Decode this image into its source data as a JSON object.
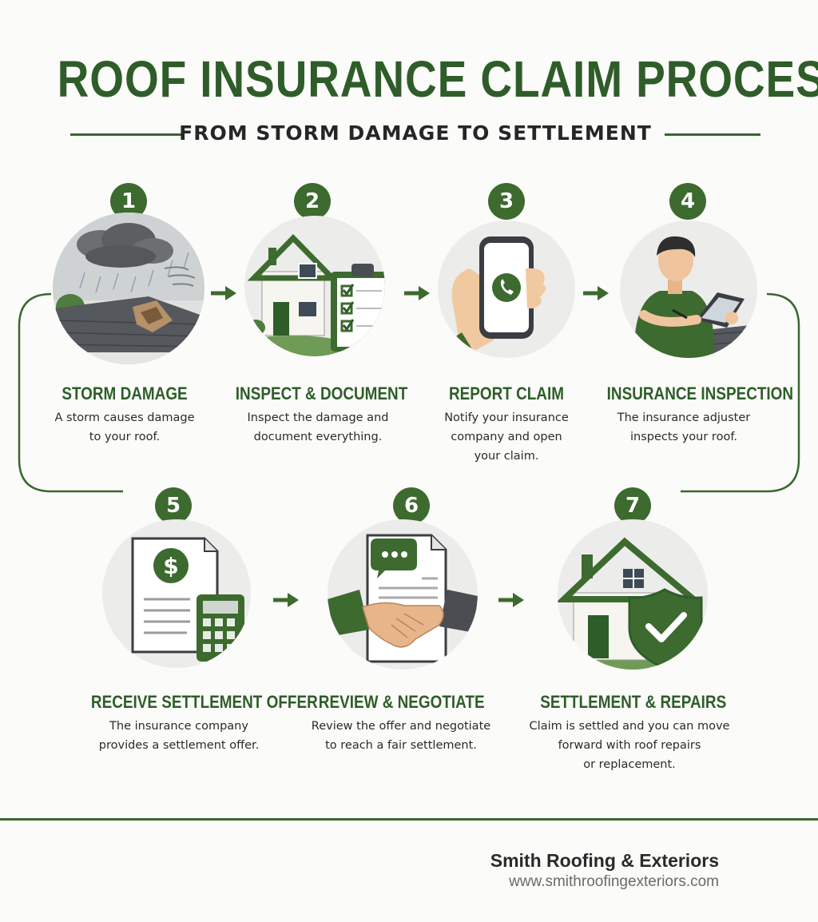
{
  "header": {
    "title": "ROOF INSURANCE CLAIM PROCESS",
    "subtitle": "FROM STORM DAMAGE TO SETTLEMENT"
  },
  "steps": [
    {
      "number": "1",
      "title": "STORM DAMAGE",
      "desc": [
        "A storm causes damage",
        "to your roof."
      ],
      "icon": "storm-roof-icon"
    },
    {
      "number": "2",
      "title": "INSPECT & DOCUMENT",
      "desc": [
        "Inspect the damage and",
        "document everything."
      ],
      "icon": "house-checklist-icon"
    },
    {
      "number": "3",
      "title": "REPORT CLAIM",
      "desc": [
        "Notify your insurance",
        "company and open",
        "your claim."
      ],
      "icon": "phone-call-icon"
    },
    {
      "number": "4",
      "title": "INSURANCE INSPECTION",
      "desc": [
        "The insurance adjuster",
        "inspects your roof."
      ],
      "icon": "adjuster-tablet-icon"
    },
    {
      "number": "5",
      "title": "RECEIVE SETTLEMENT OFFER",
      "desc": [
        "The insurance company",
        "provides a settlement offer."
      ],
      "icon": "offer-calculator-icon"
    },
    {
      "number": "6",
      "title": "REVIEW & NEGOTIATE",
      "desc": [
        "Review the offer and negotiate",
        "to reach a fair settlement."
      ],
      "icon": "handshake-icon"
    },
    {
      "number": "7",
      "title": "SETTLEMENT & REPAIRS",
      "desc": [
        "Claim is settled and you can move",
        "forward with roof repairs",
        "or replacement."
      ],
      "icon": "house-shield-icon"
    }
  ],
  "footer": {
    "company": "Smith Roofing & Exteriors",
    "website": "www.smithroofingexteriors.com"
  },
  "colors": {
    "primary_green": "#3d6a2f",
    "title_green": "#2f5d2a",
    "dark_gray": "#4a4d52"
  }
}
